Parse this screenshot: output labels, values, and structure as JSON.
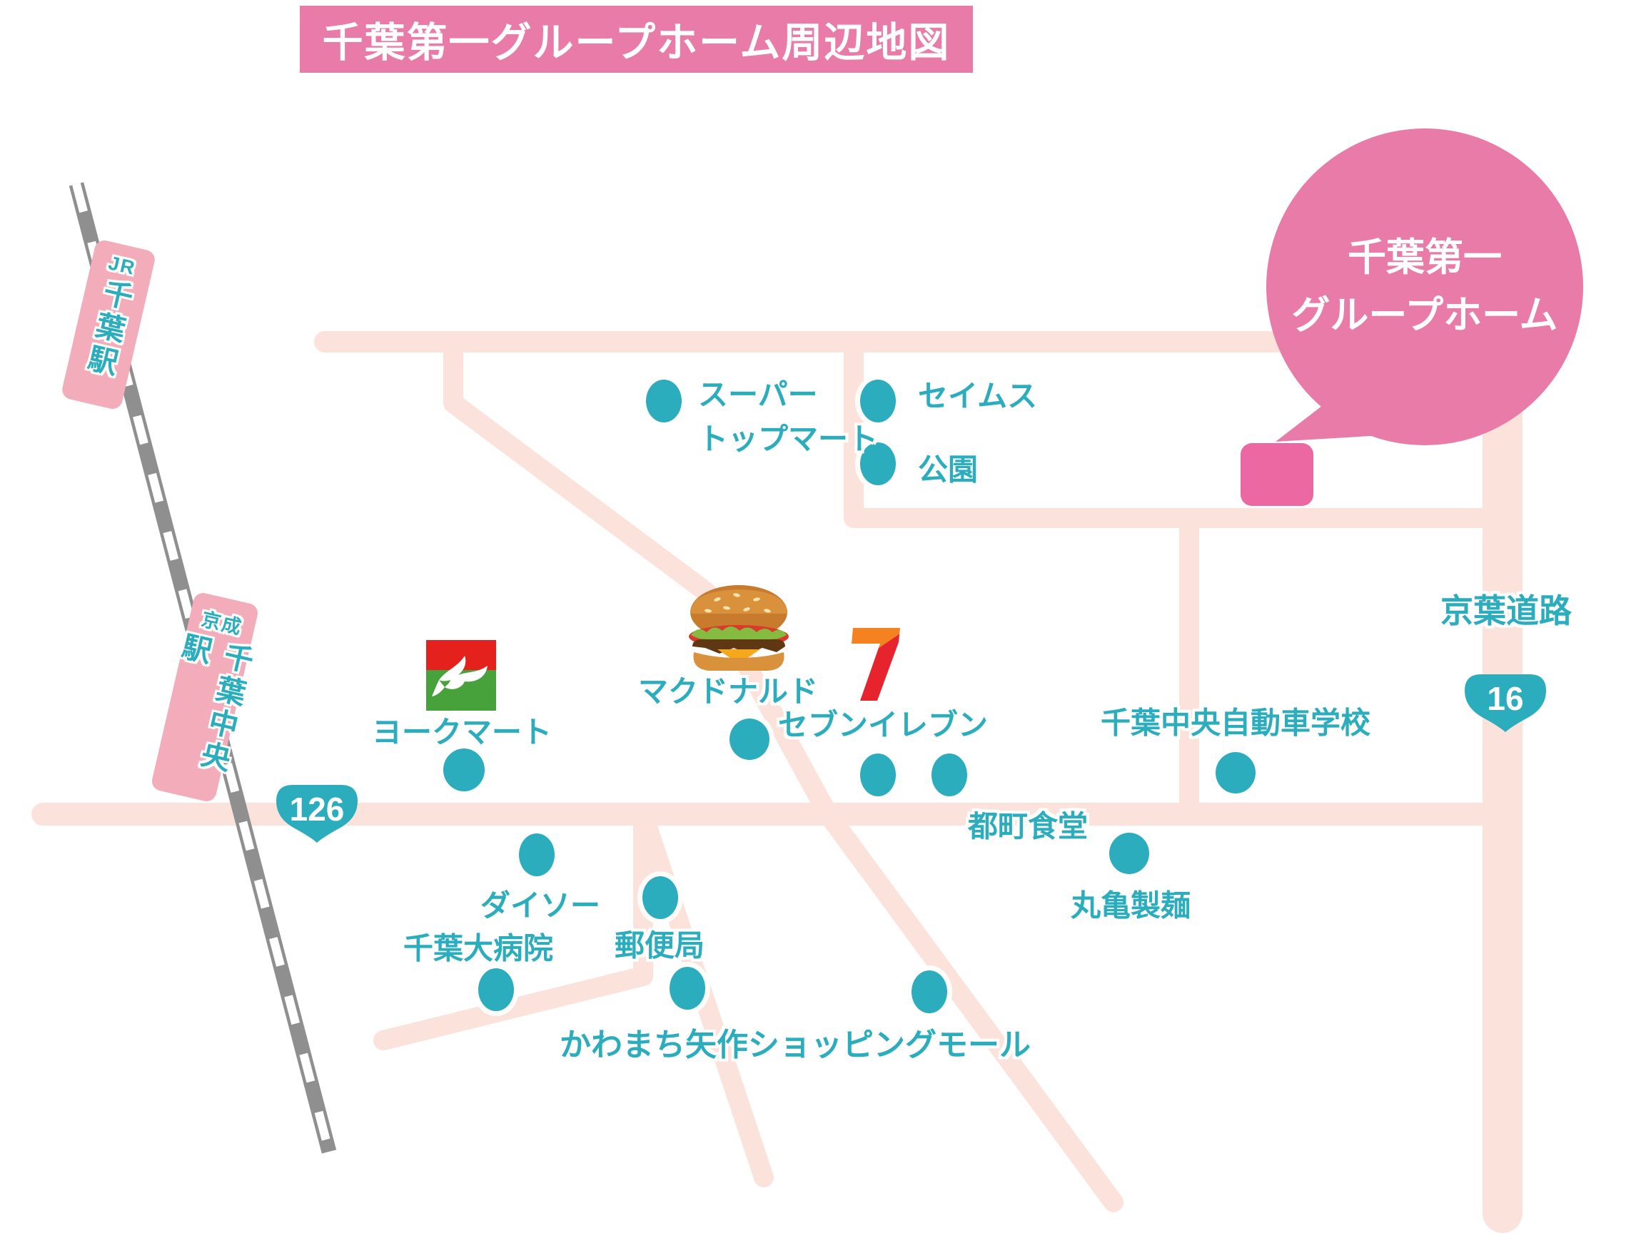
{
  "title": "千葉第一グループホーム周辺地図",
  "bubble": {
    "line1": "千葉第一",
    "line2": "グループホーム"
  },
  "stations": {
    "jr": {
      "prefix": "JR",
      "name": "千葉駅"
    },
    "keisei": {
      "prefix": "京成",
      "name": "千葉中央駅"
    }
  },
  "route_badges": {
    "r126": "126",
    "r16": "16"
  },
  "road_labels": {
    "keiyo": "京葉道路"
  },
  "pois": {
    "topmart": {
      "line1": "スーパー",
      "line2": "トップマート"
    },
    "seimus": {
      "label": "セイムス"
    },
    "kouen": {
      "label": "公園"
    },
    "yorkmart": {
      "label": "ヨークマート"
    },
    "mcdonalds": {
      "label": "マクドナルド"
    },
    "seveneleven": {
      "label": "セブンイレブン"
    },
    "drivingschool": {
      "label": "千葉中央自動車学校"
    },
    "miyakocho": {
      "label": "都町食堂"
    },
    "marugame": {
      "label": "丸亀製麺"
    },
    "daiso": {
      "label": "ダイソー"
    },
    "chibadai": {
      "label": "千葉大病院"
    },
    "postoffice": {
      "label": "郵便局"
    },
    "kawamachi": {
      "label": "かわまち矢作ショッピングモール"
    }
  },
  "colors": {
    "pink_primary": "#e87ba7",
    "pink_building": "#eb68a2",
    "pink_station": "#f3acb9",
    "road": "#fbe3dc",
    "teal": "#2cadbd",
    "railway_gray": "#8f8f8f",
    "york_red": "#e5211e",
    "york_green": "#47a23b",
    "seven_orange": "#f58220",
    "seven_red": "#e7242d"
  },
  "icons": {
    "burger": "hamburger-icon",
    "dove": "dove-icon",
    "seven": "seven-eleven-7-icon"
  }
}
